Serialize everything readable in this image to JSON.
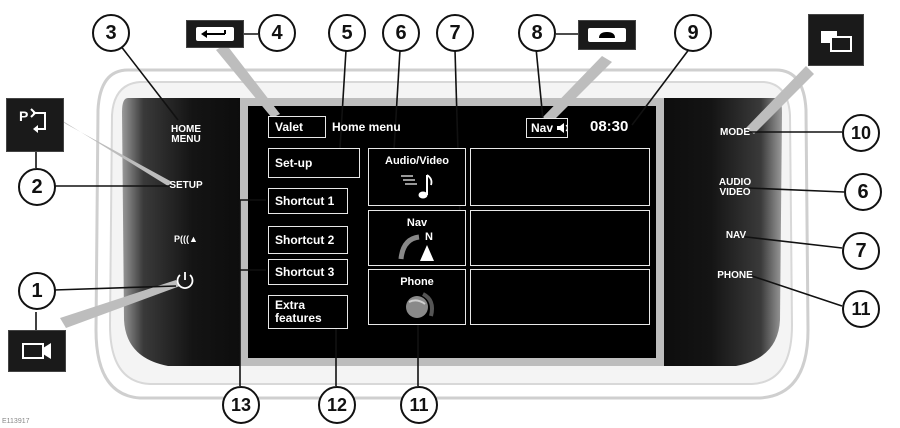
{
  "left_panel": {
    "home_menu_line1": "HOME",
    "home_menu_line2": "MENU",
    "setup": "SETUP",
    "park": "P(((▲"
  },
  "right_panel": {
    "mode": "MODE",
    "audio_video_line1": "AUDIO",
    "audio_video_line2": "VIDEO",
    "nav": "NAV",
    "phone": "PHONE"
  },
  "screen": {
    "valet": "Valet",
    "title": "Home menu",
    "nav_status": "Nav",
    "clock": "08:30",
    "setup": "Set-up",
    "shortcut1": "Shortcut 1",
    "shortcut2": "Shortcut 2",
    "shortcut3": "Shortcut 3",
    "extra_line1": "Extra",
    "extra_line2": "features",
    "audio_video": "Audio/Video",
    "nav": "Nav",
    "nav_n": "N",
    "phone": "Phone"
  },
  "callouts": {
    "c1": "1",
    "c2": "2",
    "c3": "3",
    "c4": "4",
    "c5": "5",
    "c6": "6",
    "c7": "7",
    "c8": "8",
    "c9": "9",
    "c10": "10",
    "c6r": "6",
    "c7r": "7",
    "c11r": "11",
    "c11b": "11",
    "c12": "12",
    "c13": "13"
  },
  "icons": {
    "back_key": "return-arrow-icon",
    "hangup_key": "phone-hangup-icon",
    "setup_key": "park-setup-icon",
    "camera_key": "camera-icon",
    "mode_key": "dual-view-icon"
  },
  "colors": {
    "panel_dark": "#1c1c1c",
    "screen_black": "#000000",
    "bezel_light": "#e4e4e4",
    "callout_line": "#111111",
    "pointer_gray": "#bdbdbd"
  },
  "figure_code": "E113917"
}
